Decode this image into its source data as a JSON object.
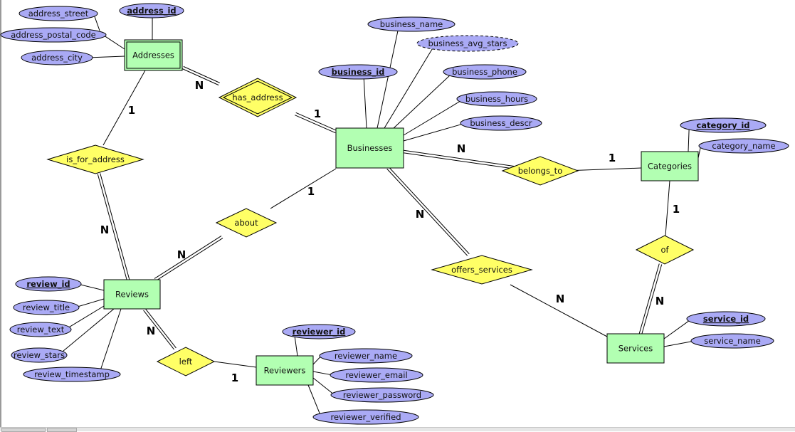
{
  "colors": {
    "entity_fill": "#b2ffb2",
    "attribute_fill": "#aaaaf5",
    "relationship_fill": "#ffff66",
    "stroke": "#000000"
  },
  "entities": [
    {
      "id": "addresses",
      "name": "Addresses",
      "weak": true
    },
    {
      "id": "businesses",
      "name": "Businesses",
      "weak": false
    },
    {
      "id": "categories",
      "name": "Categories",
      "weak": false
    },
    {
      "id": "reviews",
      "name": "Reviews",
      "weak": false
    },
    {
      "id": "reviewers",
      "name": "Reviewers",
      "weak": false
    },
    {
      "id": "services",
      "name": "Services",
      "weak": false
    }
  ],
  "attributes": [
    {
      "id": "address_street",
      "name": "address_street",
      "entity": "addresses"
    },
    {
      "id": "address_id",
      "name": "address_id",
      "entity": "addresses",
      "key": true
    },
    {
      "id": "address_postal_code",
      "name": "address_postal_code",
      "entity": "addresses"
    },
    {
      "id": "address_city",
      "name": "address_city",
      "entity": "addresses"
    },
    {
      "id": "business_name",
      "name": "business_name",
      "entity": "businesses"
    },
    {
      "id": "business_avg_stars",
      "name": "business_avg_stars",
      "entity": "businesses",
      "derived": true
    },
    {
      "id": "business_id",
      "name": "business_id",
      "entity": "businesses",
      "key": true
    },
    {
      "id": "business_phone",
      "name": "business_phone",
      "entity": "businesses"
    },
    {
      "id": "business_hours",
      "name": "business_hours",
      "entity": "businesses"
    },
    {
      "id": "business_descr",
      "name": "business_descr",
      "entity": "businesses"
    },
    {
      "id": "category_id",
      "name": "category_id",
      "entity": "categories",
      "key": true
    },
    {
      "id": "category_name",
      "name": "category_name",
      "entity": "categories"
    },
    {
      "id": "review_id",
      "name": "review_id",
      "entity": "reviews",
      "key": true
    },
    {
      "id": "review_title",
      "name": "review_title",
      "entity": "reviews"
    },
    {
      "id": "review_text",
      "name": "review_text",
      "entity": "reviews"
    },
    {
      "id": "review_stars",
      "name": "review_stars",
      "entity": "reviews"
    },
    {
      "id": "review_timestamp",
      "name": "review_timestamp",
      "entity": "reviews"
    },
    {
      "id": "reviewer_id",
      "name": "reviewer_id",
      "entity": "reviewers",
      "key": true
    },
    {
      "id": "reviewer_name",
      "name": "reviewer_name",
      "entity": "reviewers"
    },
    {
      "id": "reviewer_email",
      "name": "reviewer_email",
      "entity": "reviewers"
    },
    {
      "id": "reviewer_password",
      "name": "reviewer_password",
      "entity": "reviewers"
    },
    {
      "id": "reviewer_verified",
      "name": "reviewer_verified",
      "entity": "reviewers"
    },
    {
      "id": "service_id",
      "name": "service_id",
      "entity": "services",
      "key": true
    },
    {
      "id": "service_name",
      "name": "service_name",
      "entity": "services"
    }
  ],
  "relationships": [
    {
      "id": "has_address",
      "name": "has_address",
      "identifying": true,
      "links": [
        {
          "entity": "addresses",
          "cardinality": "N",
          "total": true
        },
        {
          "entity": "businesses",
          "cardinality": "1",
          "total": true
        }
      ]
    },
    {
      "id": "is_for_address",
      "name": "is_for_address",
      "links": [
        {
          "entity": "addresses",
          "cardinality": "1",
          "total": false
        },
        {
          "entity": "reviews",
          "cardinality": "N",
          "total": true
        }
      ]
    },
    {
      "id": "about",
      "name": "about",
      "links": [
        {
          "entity": "businesses",
          "cardinality": "1",
          "total": false
        },
        {
          "entity": "reviews",
          "cardinality": "N",
          "total": true
        }
      ]
    },
    {
      "id": "left",
      "name": "left",
      "links": [
        {
          "entity": "reviews",
          "cardinality": "N",
          "total": true
        },
        {
          "entity": "reviewers",
          "cardinality": "1",
          "total": false
        }
      ]
    },
    {
      "id": "belongs_to",
      "name": "belongs_to",
      "links": [
        {
          "entity": "businesses",
          "cardinality": "N",
          "total": true
        },
        {
          "entity": "categories",
          "cardinality": "1",
          "total": false
        }
      ]
    },
    {
      "id": "of",
      "name": "of",
      "links": [
        {
          "entity": "categories",
          "cardinality": "1",
          "total": false
        },
        {
          "entity": "services",
          "cardinality": "N",
          "total": true
        }
      ]
    },
    {
      "id": "offers_services",
      "name": "offers_services",
      "links": [
        {
          "entity": "businesses",
          "cardinality": "N",
          "total": true
        },
        {
          "entity": "services",
          "cardinality": "N",
          "total": false
        }
      ]
    }
  ]
}
